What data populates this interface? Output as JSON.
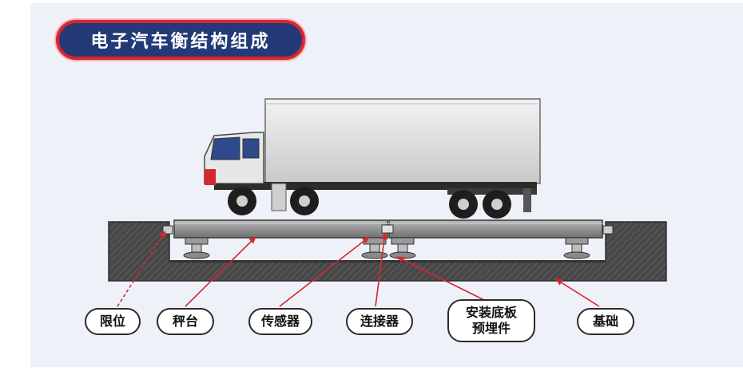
{
  "title": "电子汽车衡结构组成",
  "labels": {
    "limiter": "限位",
    "platform": "秤台",
    "sensor": "传感器",
    "connector": "连接器",
    "base_plate_line1": "安装底板",
    "base_plate_line2": "预埋件",
    "foundation": "基础"
  },
  "colors": {
    "title_bg": "#243a78",
    "title_border": "#d8262f",
    "pointer": "#d8262f",
    "foundation": "#4a4a4a"
  }
}
